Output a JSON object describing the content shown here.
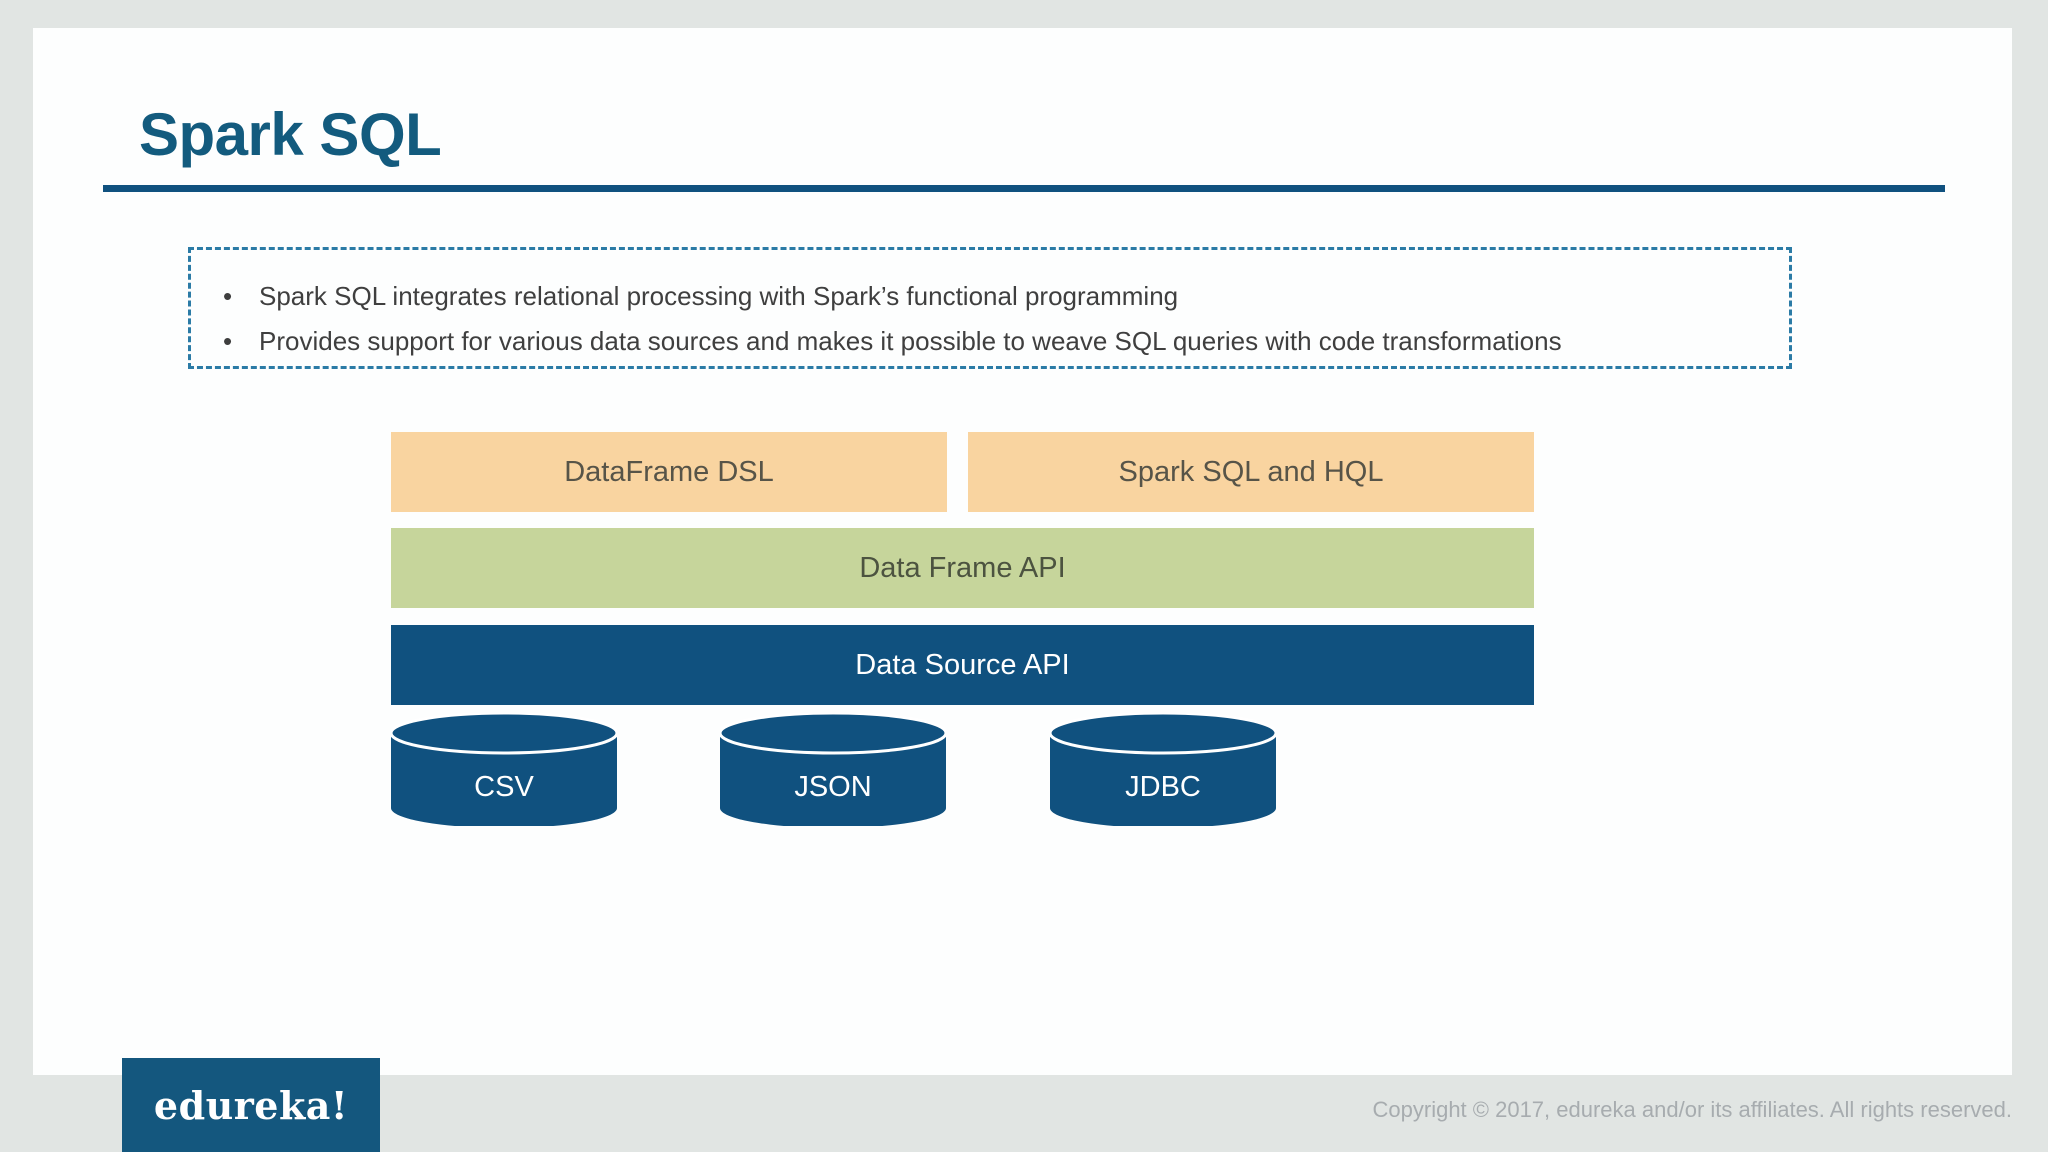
{
  "slide": {
    "title": "Spark SQL",
    "accent_color": "#135b7e",
    "rule_color": "#10517f"
  },
  "callout": {
    "border_color": "#2b7ba6",
    "bullets": [
      {
        "marker": "•",
        "text": "Spark SQL integrates relational processing with Spark’s functional programming"
      },
      {
        "marker": "•",
        "text": "Provides support for various data sources and makes it possible to weave SQL queries with code transformations"
      }
    ]
  },
  "diagram": {
    "layers": [
      {
        "label": "DataFrame DSL",
        "color": "#f9d4a0",
        "text_color": "#575448"
      },
      {
        "label": "Spark SQL and HQL",
        "color": "#f9d4a0",
        "text_color": "#575448"
      },
      {
        "label": "Data Frame API",
        "color": "#c6d59b",
        "text_color": "#4c5340"
      },
      {
        "label": "Data Source API",
        "color": "#10517f",
        "text_color": "#ffffff"
      }
    ],
    "sources": [
      {
        "label": "CSV",
        "color": "#10517f"
      },
      {
        "label": "JSON",
        "color": "#10517f"
      },
      {
        "label": "JDBC",
        "color": "#10517f"
      }
    ]
  },
  "footer": {
    "logo": "edureka!",
    "logo_bg": "#14577e",
    "copyright": "Copyright © 2017, edureka and/or its affiliates. All rights reserved."
  }
}
